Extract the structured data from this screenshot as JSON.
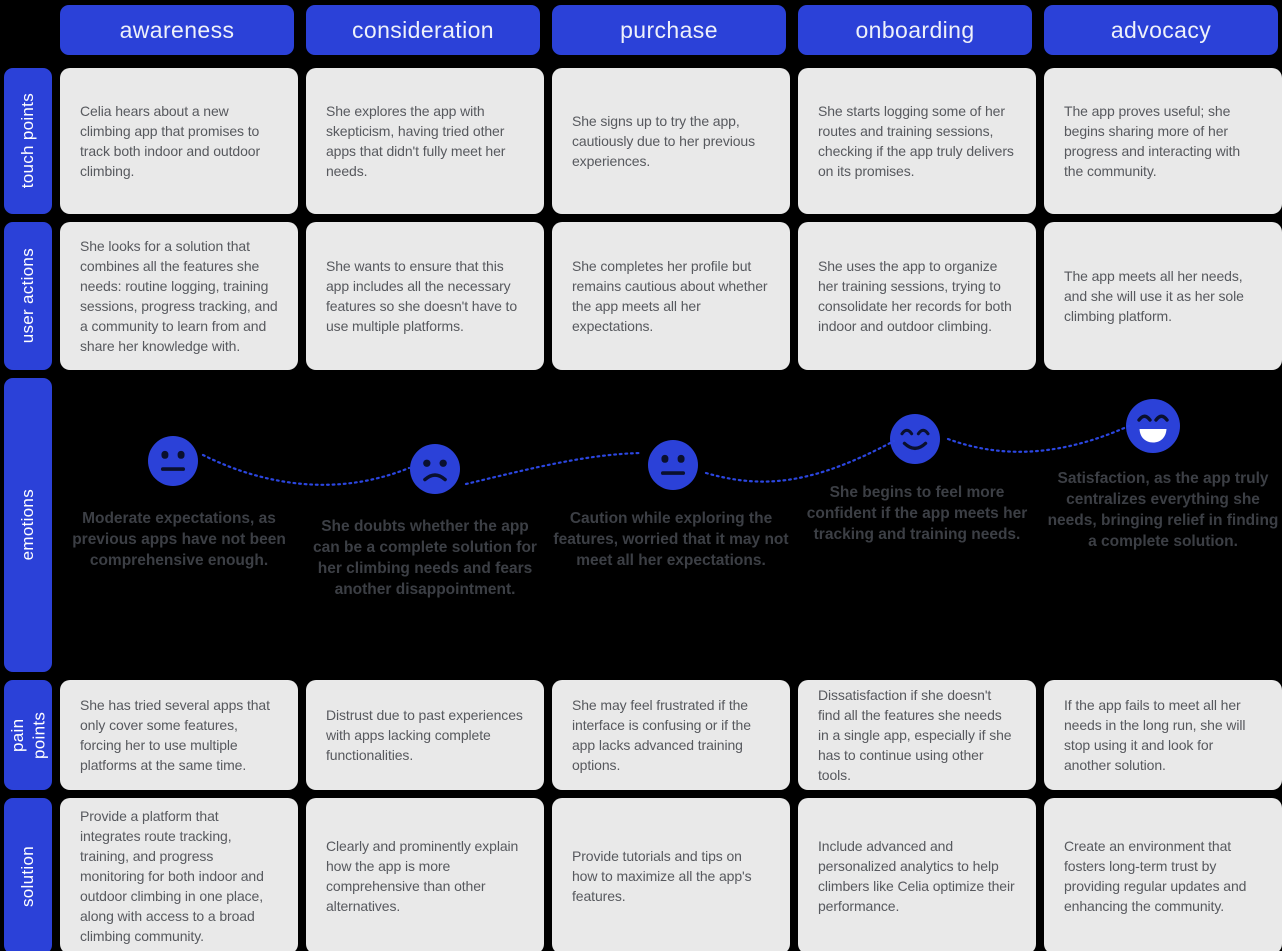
{
  "palette": {
    "background": "#000000",
    "accent_blue": "#2b41d8",
    "card_background": "#e9e9e9",
    "card_text": "#57595e",
    "emotion_text": "#3c3f45",
    "dotted_line": "#2b46e0",
    "face_feature": "#0a102e"
  },
  "stages": [
    "awareness",
    "consideration",
    "purchase",
    "onboarding",
    "advocacy"
  ],
  "rows": {
    "touch_points": {
      "label": "touch points",
      "cells": [
        "Celia hears about a new climbing app that promises to track both indoor and outdoor climbing.",
        "She explores the app with skepticism, having tried other apps that didn't fully meet her needs.",
        "She signs up to try the app, cautiously due to her previous experiences.",
        "She starts logging some of her routes and training sessions, checking if the app truly delivers on its promises.",
        "The app proves useful; she begins sharing more of her progress and interacting with the community."
      ]
    },
    "user_actions": {
      "label": "user actions",
      "cells": [
        "She looks for a solution that combines all the features she needs: routine logging, training sessions, progress tracking, and a community to learn from and share her knowledge with.",
        "She wants to ensure that this app includes all the necessary features so she doesn't have to use multiple platforms.",
        "She completes her profile but remains cautious about whether the app meets all her expectations.",
        "She uses the app to organize her training sessions, trying to consolidate her records for both indoor and outdoor climbing.",
        "The app meets all her needs, and she will use it as her sole climbing platform."
      ]
    },
    "emotions": {
      "label": "emotions",
      "cells": [
        {
          "icon": "neutral-face-icon",
          "caption": "Moderate expectations, as previous apps have not been comprehensive enough."
        },
        {
          "icon": "sad-face-icon",
          "caption": "She doubts whether the app can be a complete solution for her climbing needs and fears another disappointment."
        },
        {
          "icon": "neutral-face-icon",
          "caption": "Caution while exploring the features, worried that it may not meet all her expectations."
        },
        {
          "icon": "smiling-face-icon",
          "caption": "She begins to feel more confident if the app meets her tracking and training needs."
        },
        {
          "icon": "grinning-face-icon",
          "caption": "Satisfaction, as the app truly centralizes everything she needs, bringing relief in finding a complete solution."
        }
      ]
    },
    "pain_points": {
      "label": "pain points",
      "cells": [
        "She has tried several apps that only cover some features, forcing her to use multiple platforms at the same time.",
        "Distrust due to past experiences with apps lacking complete functionalities.",
        "She may feel frustrated if the interface is confusing or if the app lacks advanced training options.",
        "Dissatisfaction if she doesn't find all the features she needs in a single app, especially if she has to continue using other tools.",
        "If the app fails to meet all her needs in the long run, she will stop using it and look for another solution."
      ]
    },
    "solution": {
      "label": "solution",
      "cells": [
        "Provide a platform that integrates route tracking, training, and progress monitoring for both indoor and outdoor climbing in one place, along with access to a broad climbing community.",
        "Clearly and prominently explain how the app is more comprehensive than other alternatives.",
        "Provide tutorials and tips on how to maximize all the app's features.",
        "Include advanced and personalized analytics to help climbers like Celia optimize their performance.",
        "Create an environment that fosters long-term trust by providing regular updates and enhancing the community."
      ]
    }
  }
}
